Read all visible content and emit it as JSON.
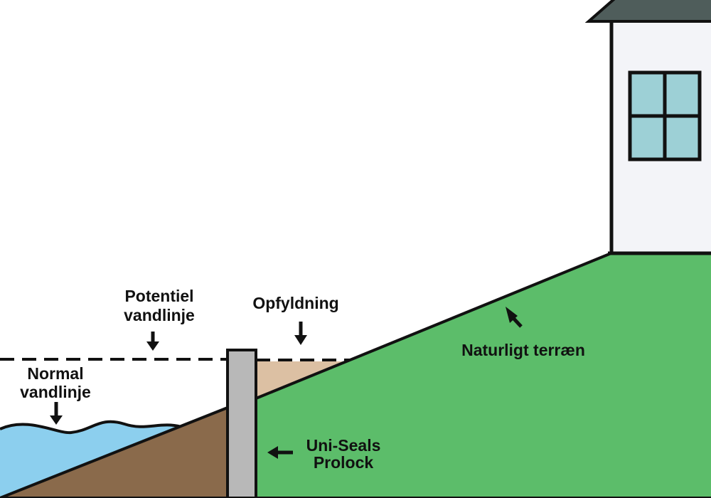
{
  "labels": {
    "potential_line_1": "Potentiel",
    "potential_line_2": "vandlinje",
    "normal_line_1": "Normal",
    "normal_line_2": "vandlinje",
    "fill": "Opfyldning",
    "terrain": "Naturligt terræn",
    "product_line_1": "Uni-Seals",
    "product_line_2": "Prolock"
  },
  "colors": {
    "water": "#8ccfee",
    "soil_dark": "#8a6a4b",
    "fill_sand": "#dcc0a3",
    "grass": "#5cbd6a",
    "wall": "#b8b8b8",
    "house": "#f3f4f8",
    "roof": "#4f5d5b",
    "window_glass": "#9dd0d6",
    "outline": "#111111"
  }
}
